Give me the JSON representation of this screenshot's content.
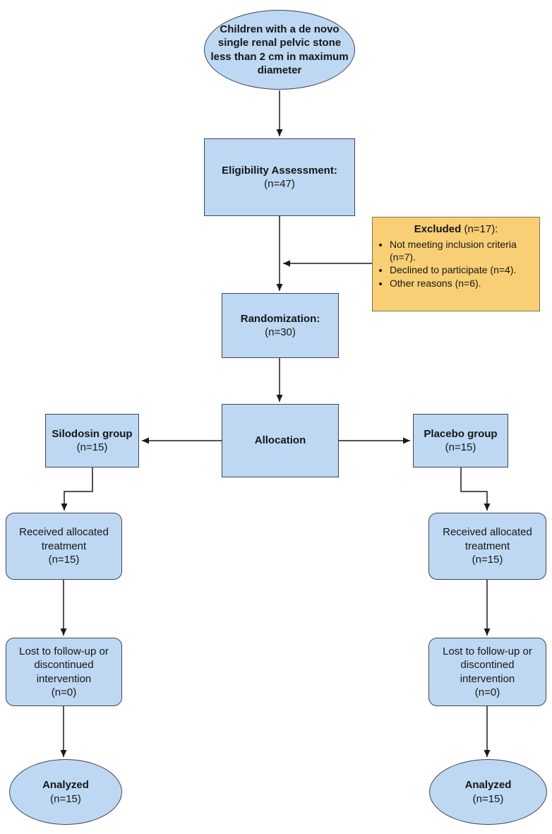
{
  "diagram": {
    "population_ellipse": {
      "text": "Children with a de novo single renal pelvic stone less than 2 cm in maximum diameter"
    },
    "eligibility": {
      "title": "Eligibility Assessment:",
      "n": "(n=47)"
    },
    "excluded": {
      "title": "Excluded",
      "title_suffix": " (n=17):",
      "items": [
        "Not meeting inclusion criteria (n=7).",
        "Declined to participate (n=4).",
        "Other reasons (n=6)."
      ]
    },
    "randomization": {
      "title": "Randomization:",
      "n": "(n=30)"
    },
    "allocation": {
      "title": "Allocation"
    },
    "silodosin_group": {
      "title": "Silodosin group",
      "n": "(n=15)"
    },
    "placebo_group": {
      "title": "Placebo group",
      "n": "(n=15)"
    },
    "received_left": {
      "text": "Received allocated treatment",
      "n": "(n=15)"
    },
    "received_right": {
      "text": "Received allocated treatment",
      "n": "(n=15)"
    },
    "lost_left": {
      "text": "Lost to follow-up or discontinued intervention",
      "n": "(n=0)"
    },
    "lost_right": {
      "text": "Lost to follow-up or discontined intervention",
      "n": "(n=0)"
    },
    "analyzed_left": {
      "title": "Analyzed",
      "n": "(n=15)"
    },
    "analyzed_right": {
      "title": "Analyzed",
      "n": "(n=15)"
    },
    "colors": {
      "node_fill": "#bed8f3",
      "node_border": "#3d4653",
      "excluded_fill": "#f9cf75",
      "excluded_border": "#7a7264",
      "line": "#1a1a1a",
      "text": "#161616"
    }
  }
}
